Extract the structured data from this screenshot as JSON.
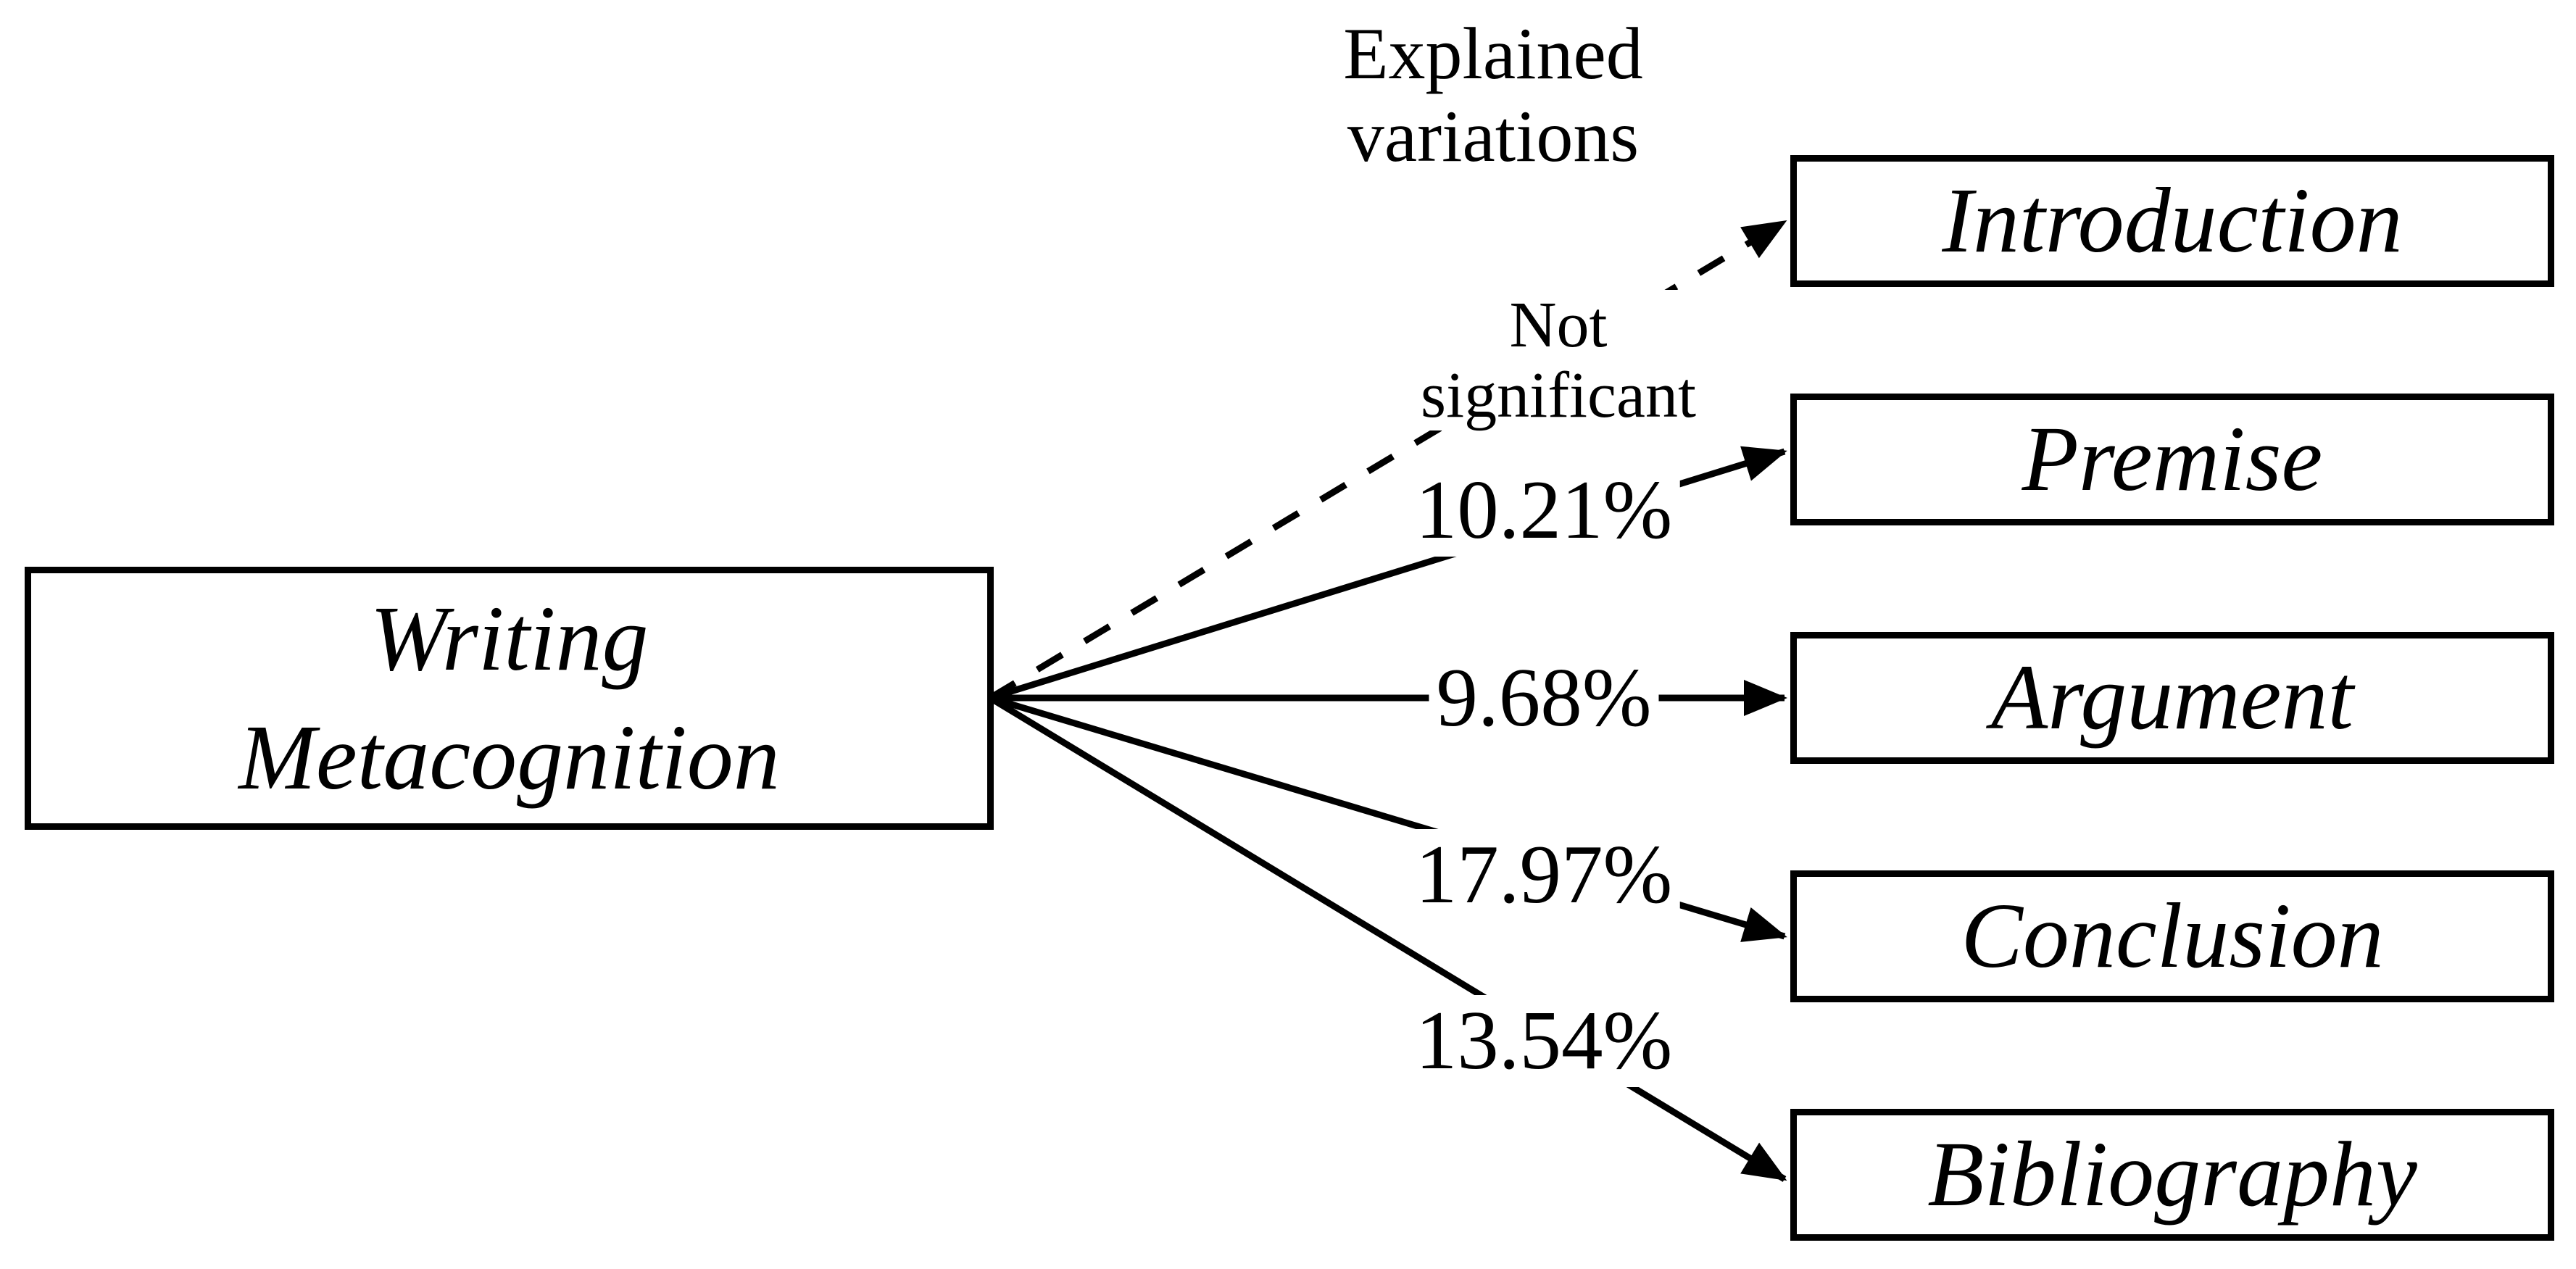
{
  "diagram": {
    "source_box": {
      "label": "Writing\nMetacognition"
    },
    "column_header": "Explained\nvariations",
    "links": [
      {
        "target": "Introduction",
        "label": "Not\nsignificant",
        "line_style": "dashed"
      },
      {
        "target": "Premise",
        "label": "10.21%",
        "line_style": "solid"
      },
      {
        "target": "Argument",
        "label": "9.68%",
        "line_style": "solid"
      },
      {
        "target": "Conclusion",
        "label": "17.97%",
        "line_style": "solid"
      },
      {
        "target": "Bibliography",
        "label": "13.54%",
        "line_style": "solid"
      }
    ],
    "colors": {
      "stroke": "#000000",
      "text": "#000000",
      "box_fill": "#ffffff",
      "background": "#ffffff"
    }
  }
}
